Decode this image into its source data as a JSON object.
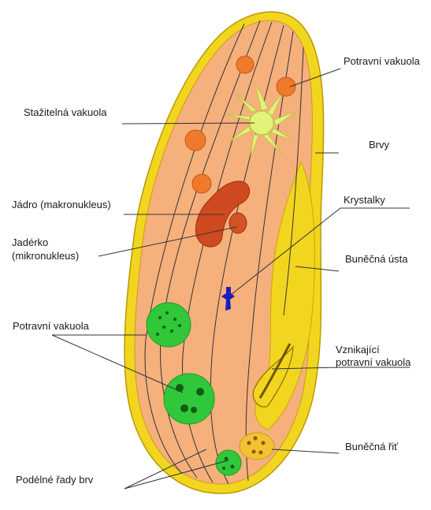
{
  "labels": {
    "potravni_vakuola_top": "Potravní vakuola",
    "stazitelna_vakuola": "Stažitelná vakuola",
    "brvy": "Brvy",
    "jadro": "Jádro (makronukleus)",
    "krystalky": "Krystalky",
    "jaderko_1": "Jadérko",
    "jaderko_2": "(mikronukleus)",
    "bunecna_usta": "Buněčná ústa",
    "potravni_vakuola_left": "Potravní vakuola",
    "vznikajici_1": "Vznikající",
    "vznikajici_2": "potravní vakuola",
    "bunecna_rit": "Buněčná řiť",
    "podelne_rady": "Podélné řady brv"
  },
  "colors": {
    "cytoplasm": "#f6b07c",
    "membrane": "#f2d51f",
    "contractile_vacuole": "#e3f27a",
    "food_vacuole_orange": "#ef7a2a",
    "macronucleus": "#cf4a1e",
    "food_vacuole_green": "#30c83a",
    "crystal": "#1d1dbf"
  }
}
